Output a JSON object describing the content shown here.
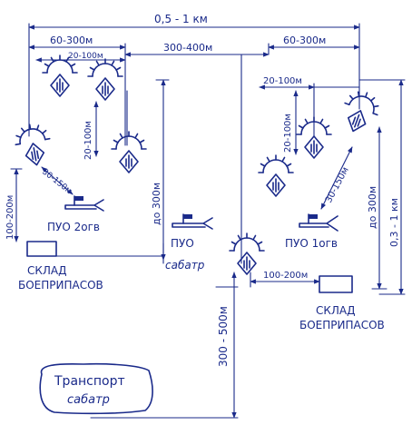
{
  "dimensions": {
    "overall_width": "0,5 - 1 км",
    "left_group_span": "60-300м",
    "right_group_span": "60-300м",
    "left_inner_span": "20-100м",
    "between_groups": "300-400м",
    "right_inner_span": "20-100м",
    "left_vertical_inner": "20-100м",
    "right_vertical_inner": "20-100м",
    "left_depth": "до 300м",
    "right_depth": "до 300м",
    "total_depth": "0,3 - 1 км",
    "left_pu_distance": "30-150м",
    "right_pu_distance": "30-150м",
    "left_store_height": "100-200м",
    "right_store_distance": "100-200м",
    "transport_distance": "300 - 500м"
  },
  "labels": {
    "left_pu": "ПУО 2огв",
    "right_pu": "ПУО 1огв",
    "center_pu": "ПУО",
    "center_pu_sub": "сабатр",
    "left_store_line1": "СКЛАД",
    "left_store_line2": "БОЕПРИПАСОВ",
    "right_store_line1": "СКЛАД",
    "right_store_line2": "БОЕПРИПАСОВ",
    "transport_line1": "Транспорт",
    "transport_line2": "сабатр"
  },
  "colors": {
    "ink": "#1a2a8a",
    "paper": "#ffffff"
  }
}
